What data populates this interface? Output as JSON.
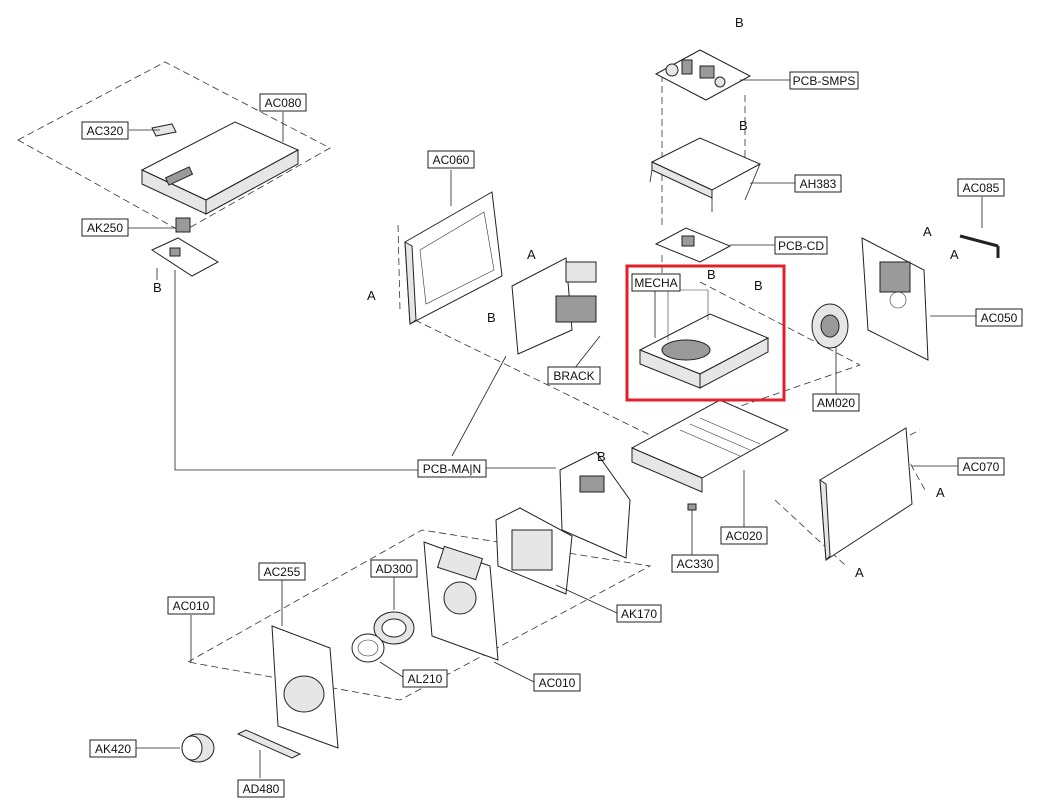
{
  "labels": {
    "ac080": "AC080",
    "ac320": "AC320",
    "ak250": "AK250",
    "ac060": "AC060",
    "brack": "BRACK",
    "pcb_main": "PCB-MA|N",
    "pcb_smps": "PCB-SMPS",
    "ah383": "AH383",
    "pcb_cd": "PCB-CD",
    "mecha": "MECHA",
    "ac085": "AC085",
    "ac050": "AC050",
    "am020": "AM020",
    "ac070": "AC070",
    "ac020": "AC020",
    "ac330": "AC330",
    "ak170": "AK170",
    "ac010_top": "AC010",
    "ac010_bottom": "AC010",
    "ac255": "AC255",
    "ad300": "AD300",
    "al210": "AL210",
    "ak420": "AK420",
    "ad480": "AD480"
  },
  "refs": {
    "a": "A",
    "b": "B"
  },
  "highlight_color": "#e0202a"
}
